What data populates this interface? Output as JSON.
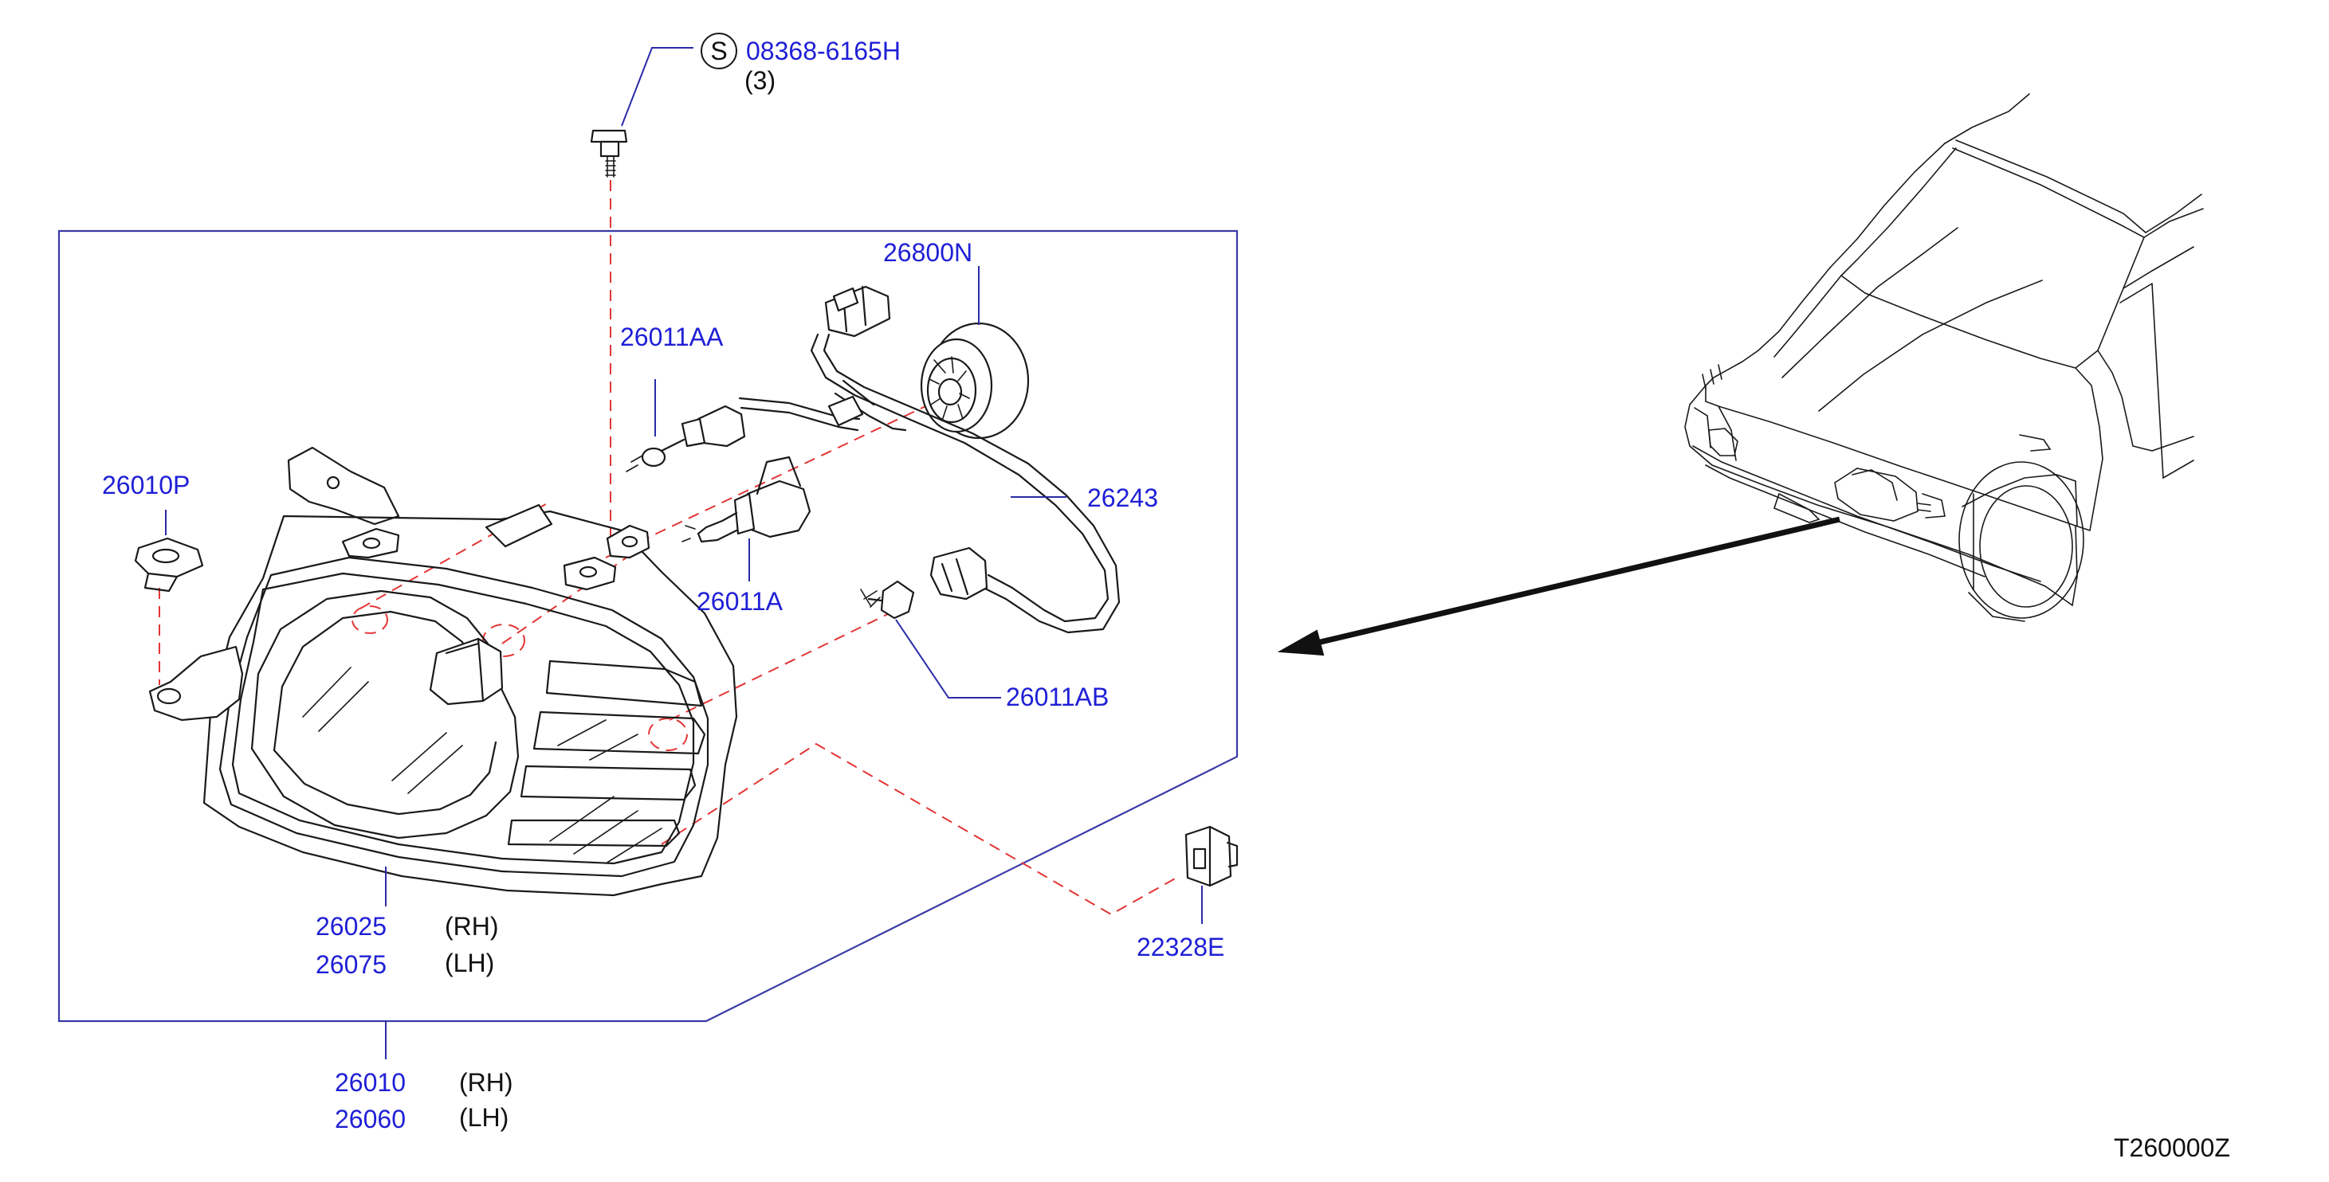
{
  "screw": {
    "part": "08368-6165H",
    "symbol": "S",
    "qty": "(3)"
  },
  "parts": {
    "bulb_socket_cover": "26800N",
    "small_bulb_top": "26011AA",
    "side_marker": "26010P",
    "harness": "26243",
    "main_bulb": "26011A",
    "small_bulb_lower": "26011AB",
    "clip": "22328E"
  },
  "lens": {
    "rh_part": "26025",
    "rh_note": "(RH)",
    "lh_part": "26075",
    "lh_note": "(LH)"
  },
  "assembly": {
    "rh_part": "26010",
    "rh_note": "(RH)",
    "lh_part": "26060",
    "lh_note": "(LH)"
  },
  "diagram_code": "T260000Z",
  "colors": {
    "part_number": "#1f1fd6",
    "leader": "#2a2aa8",
    "dashed_guide": "#e33535",
    "line_art": "#1a1a1a"
  }
}
